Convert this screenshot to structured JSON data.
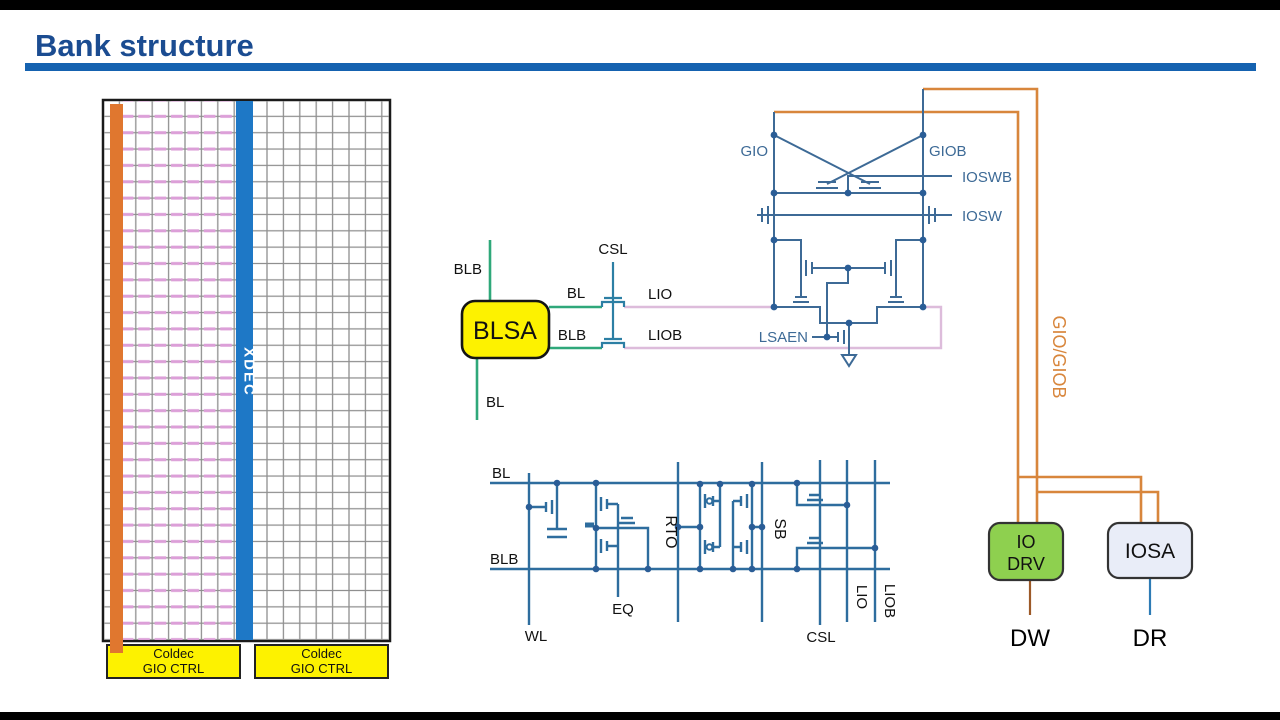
{
  "slide": {
    "title": "Bank structure"
  },
  "array": {
    "xdec": "XDEC",
    "coldec_left": {
      "line1": "Coldec",
      "line2": "GIO CTRL"
    },
    "coldec_right": {
      "line1": "Coldec",
      "line2": "GIO CTRL"
    }
  },
  "blsa": {
    "box": "BLSA",
    "blb_top": "BLB",
    "bl_bottom": "BL",
    "bl_right": "BL",
    "blb_right": "BLB",
    "csl": "CSL",
    "lio": "LIO",
    "liob": "LIOB"
  },
  "lsa": {
    "gio": "GIO",
    "giob": "GIOB",
    "ioswb": "IOSWB",
    "iosw": "IOSW",
    "lsaen": "LSAEN"
  },
  "bus": {
    "label": "GIO/GIOB"
  },
  "cell": {
    "bl": "BL",
    "blb": "BLB",
    "wl": "WL",
    "eq": "EQ",
    "rto": "RTO",
    "sb": "SB",
    "csl": "CSL",
    "lio": "LIO",
    "liob": "LIOB"
  },
  "io": {
    "drv_line1": "IO",
    "drv_line2": "DRV",
    "iosa": "IOSA",
    "dw": "DW",
    "dr": "DR"
  },
  "colors": {
    "title_blue": "#1b4c91",
    "rule_blue": "#1562b0",
    "xdec_blue": "#1e78c6",
    "array_orange": "#e0772f",
    "cell_pink": "#dc9fd8",
    "grid_gray": "#8f8f8f",
    "wire_blue": "#3d6a96",
    "cell_wire_blue": "#2e6d9e",
    "green_wire": "#2fa87a",
    "lio_pink": "#ddbcdb",
    "orange_wire": "#d8863c",
    "yellow": "#fdf200",
    "iodrv_green": "#8ed04f",
    "iosa_fill": "#e9edf8",
    "dw_brown": "#9c5a28",
    "dr_blue": "#2d7bb5"
  }
}
